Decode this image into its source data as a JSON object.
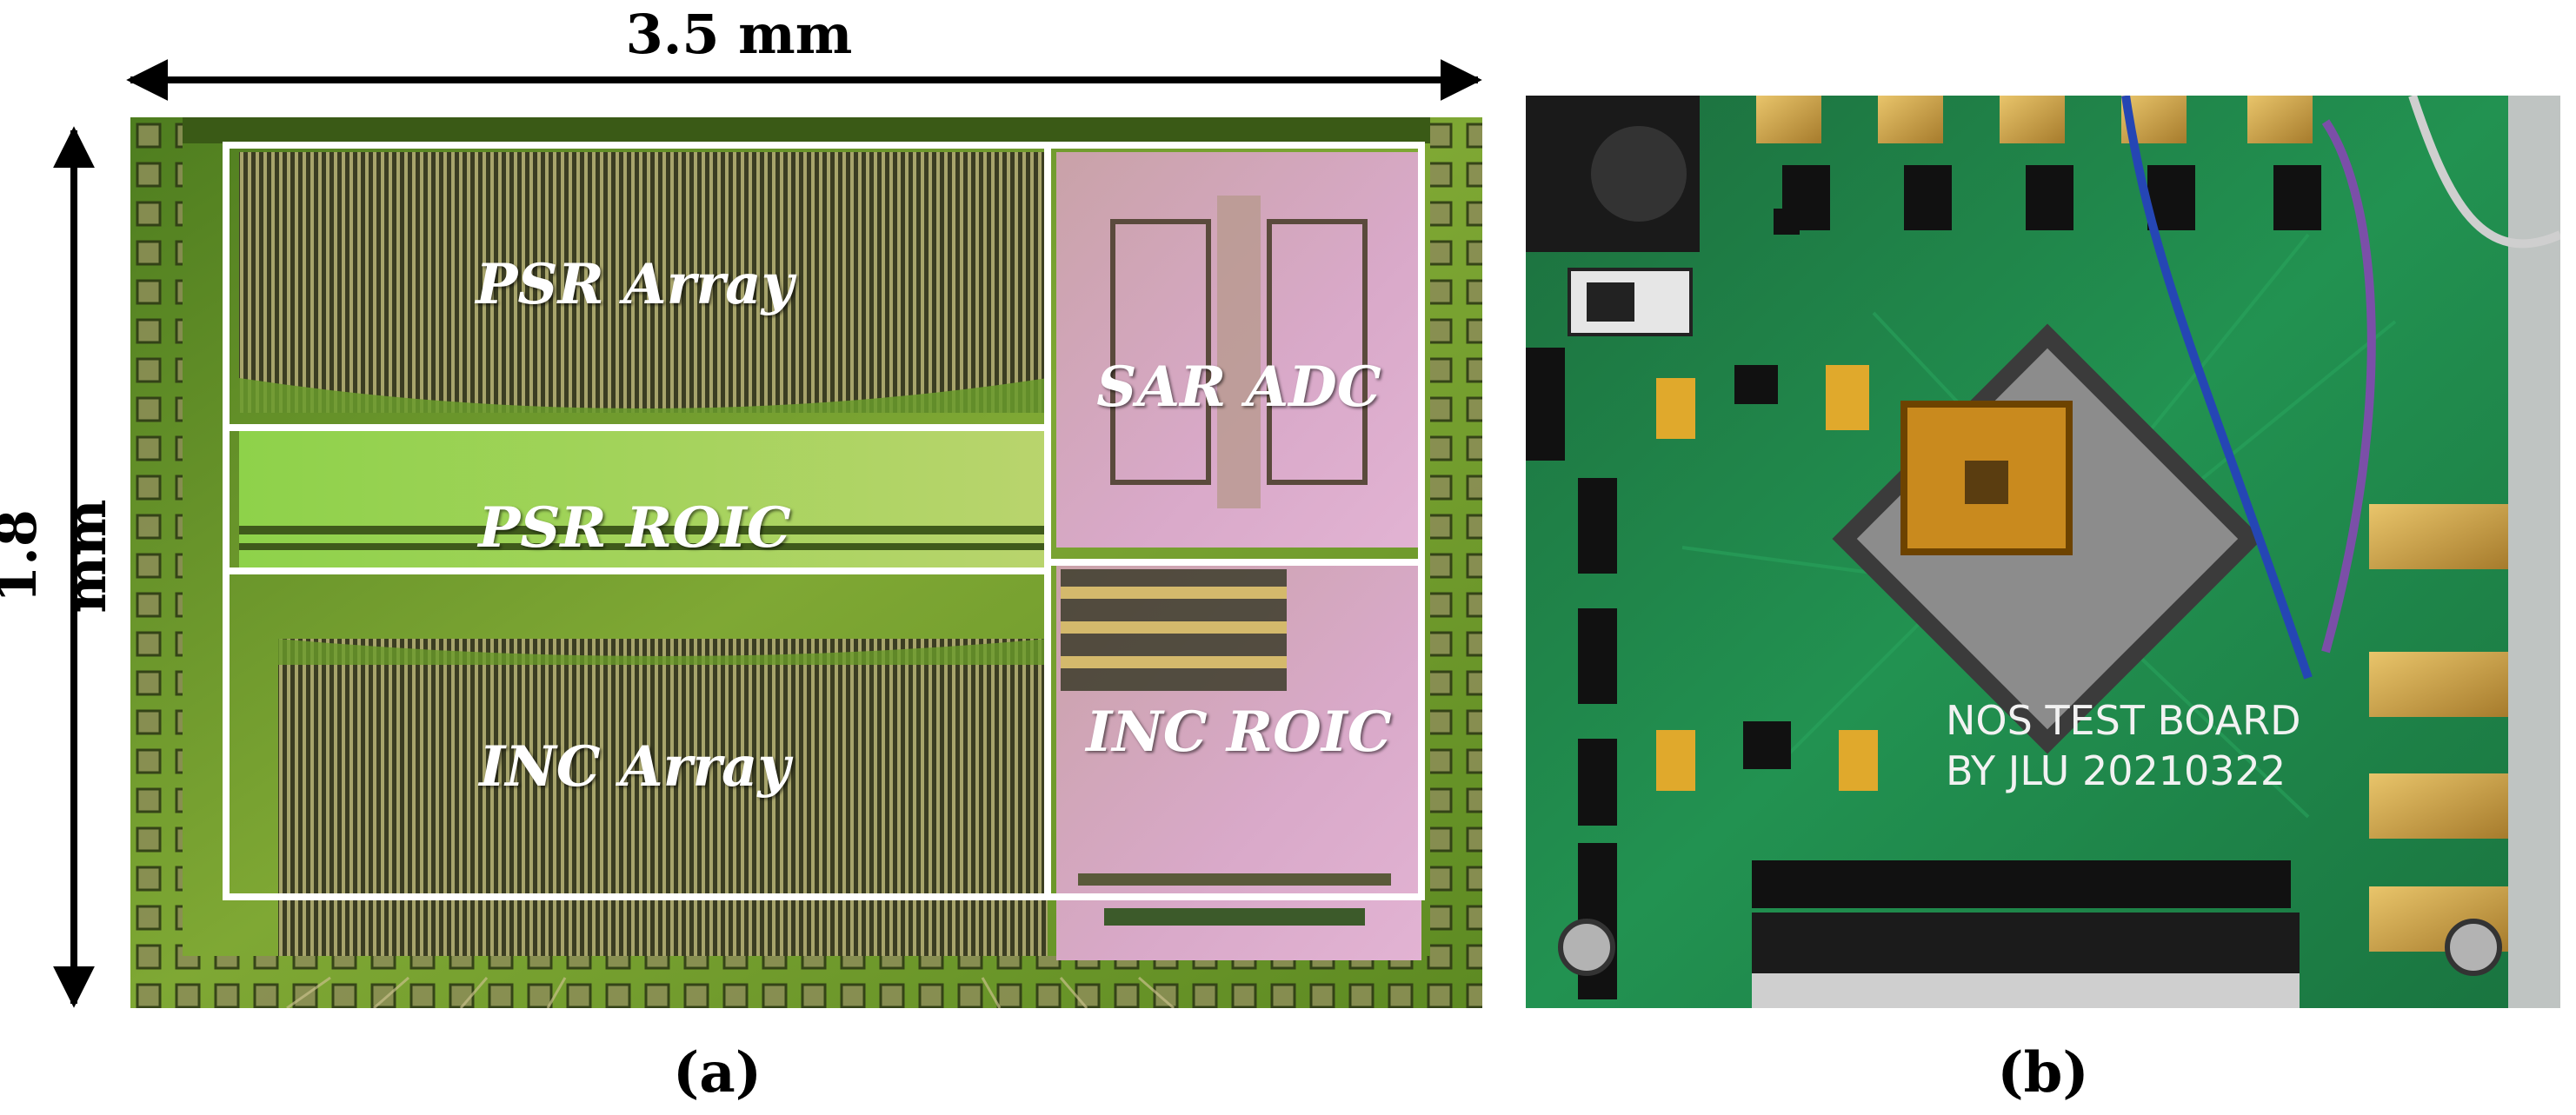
{
  "panel_a": {
    "width_label": "3.5 mm",
    "height_label": "1.8 mm",
    "caption": "(a)",
    "blocks": {
      "psr_array": "PSR Array",
      "sar_adc": "SAR ADC",
      "psr_roic": "PSR ROIC",
      "inc_array": "INC Array",
      "inc_roic": "INC ROIC"
    }
  },
  "panel_b": {
    "caption": "(b)",
    "board_title_line1": "NOS TEST BOARD",
    "board_title_line2": "BY JLU 20210322",
    "board_color": "#1f8a4c"
  },
  "colors": {
    "chip_green": "#7bc43a",
    "roic_pink": "#d7a5c6",
    "frame_white": "#ffffff"
  }
}
